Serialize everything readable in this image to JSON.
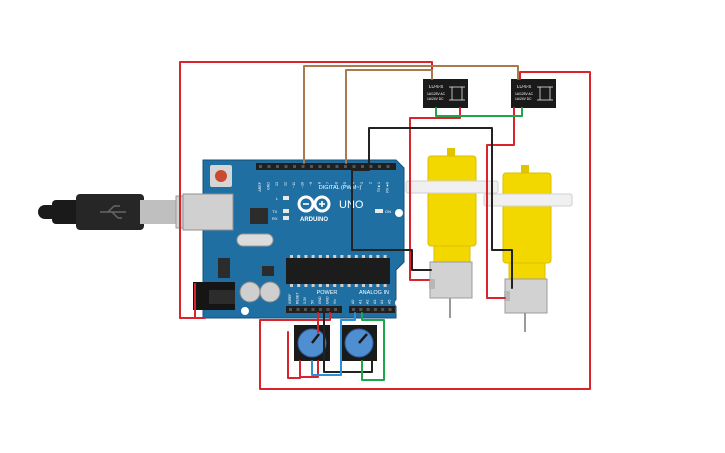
{
  "board": {
    "brand": "ARDUINO",
    "model": "UNO",
    "digital_label": "DIGITAL (PWM~)",
    "power_label": "POWER",
    "analog_label": "ANALOG IN",
    "on_label": "ON",
    "l_label": "L",
    "tx_label": "TX",
    "rx_label": "RX",
    "digital_pins": [
      "AREF",
      "GND",
      "13",
      "12",
      "~11",
      "~10",
      "~9",
      "8",
      "7",
      "~6",
      "~5",
      "4",
      "~3",
      "2",
      "TX►1",
      "RX◄0"
    ],
    "power_pins": [
      "IOREF",
      "RESET",
      "3.3V",
      "5V",
      "GND",
      "GND",
      "Vin"
    ],
    "analog_pins": [
      "A0",
      "A1",
      "A2",
      "A3",
      "A4",
      "A5"
    ]
  },
  "relays": [
    {
      "line1": "LU-5-S",
      "line2": "1A/125V AC",
      "line3": "1A/24V DC"
    },
    {
      "line1": "LU-5-S",
      "line2": "1A/125V AC",
      "line3": "1A/24V DC"
    }
  ],
  "colors": {
    "red_wire": "#d9232d",
    "brown_wire": "#a87a4e",
    "black_wire": "#222222",
    "green_wire": "#1aa84a",
    "blue_wire": "#2a8fd6",
    "board": "#1f6fa3",
    "motor_yellow": "#f3d800"
  },
  "icons": {
    "usb": "usb-cable-icon",
    "infinity": "arduino-logo-icon"
  }
}
